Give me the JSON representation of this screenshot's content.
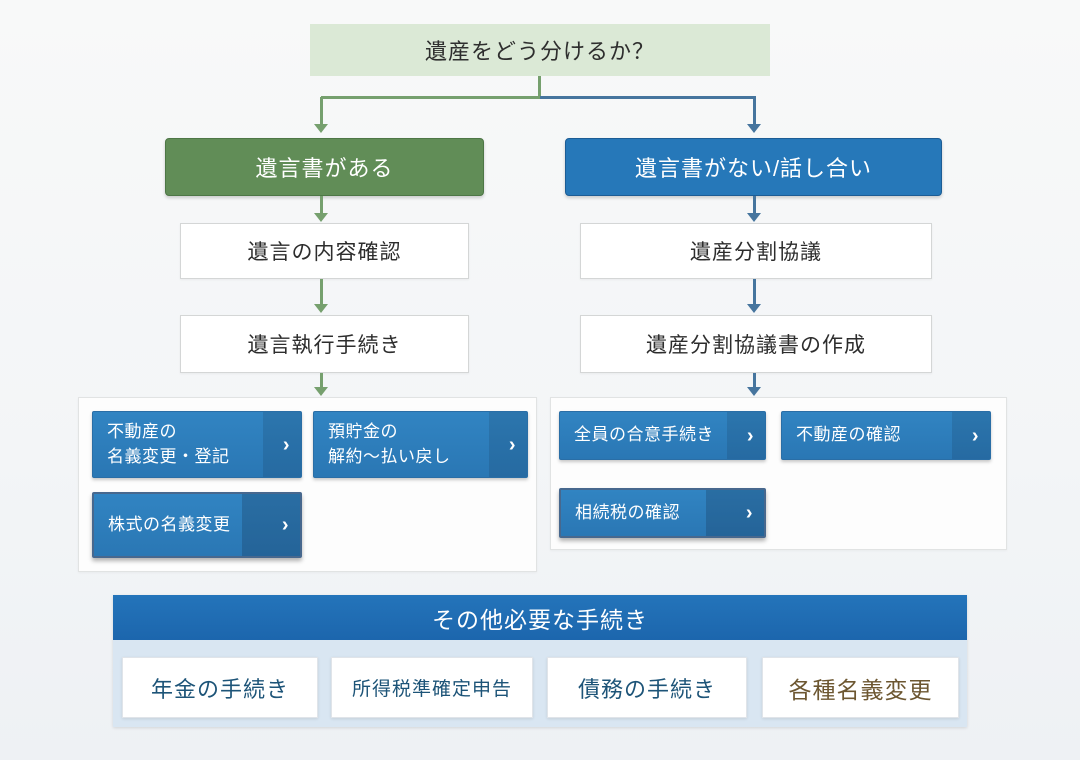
{
  "flow": {
    "root": {
      "label": "遺産をどう分けるか？"
    },
    "left_branch": {
      "header": "遺言書がある",
      "steps": [
        {
          "label": "遺言の内容確認"
        },
        {
          "label": "遺言執行手続き"
        }
      ],
      "actions": [
        {
          "lines": [
            "不動産の",
            "名義変更・登記"
          ]
        },
        {
          "lines": [
            "預貯金の",
            "解約〜払い戻し"
          ]
        },
        {
          "lines": [
            "株式の名義変更"
          ]
        }
      ]
    },
    "right_branch": {
      "header": "遺言書がない/話し合い",
      "steps": [
        {
          "label": "遺産分割協議"
        },
        {
          "label": "遺産分割協議書の作成"
        }
      ],
      "actions": [
        {
          "lines": [
            "全員の合意手続き"
          ]
        },
        {
          "lines": [
            "不動産の確認"
          ]
        },
        {
          "lines": [
            "相続税の確認"
          ]
        }
      ]
    },
    "other_procedures": {
      "title": "その他必要な手続き",
      "items": [
        {
          "label": "年金の手続き"
        },
        {
          "label": "所得税準確定申告"
        },
        {
          "label": "債務の手続き"
        },
        {
          "label": "各種名義変更"
        }
      ]
    }
  },
  "icons": {
    "chevron_right": "›"
  },
  "colors": {
    "page_bg": "#f4f6f7",
    "root_box_bg": "#dbe9d6",
    "left_header_bg": "#618d57",
    "right_header_bg": "#2678b9",
    "action_button_bg": "#2e7fbd",
    "bottom_header_bg": "#1f6db4",
    "bottom_body_bg": "#d9e6f2",
    "item_text_blue": "#1d5478",
    "item_text_brown": "#6d5731",
    "arrow_green": "#76a06e",
    "arrow_blue": "#46759e"
  }
}
